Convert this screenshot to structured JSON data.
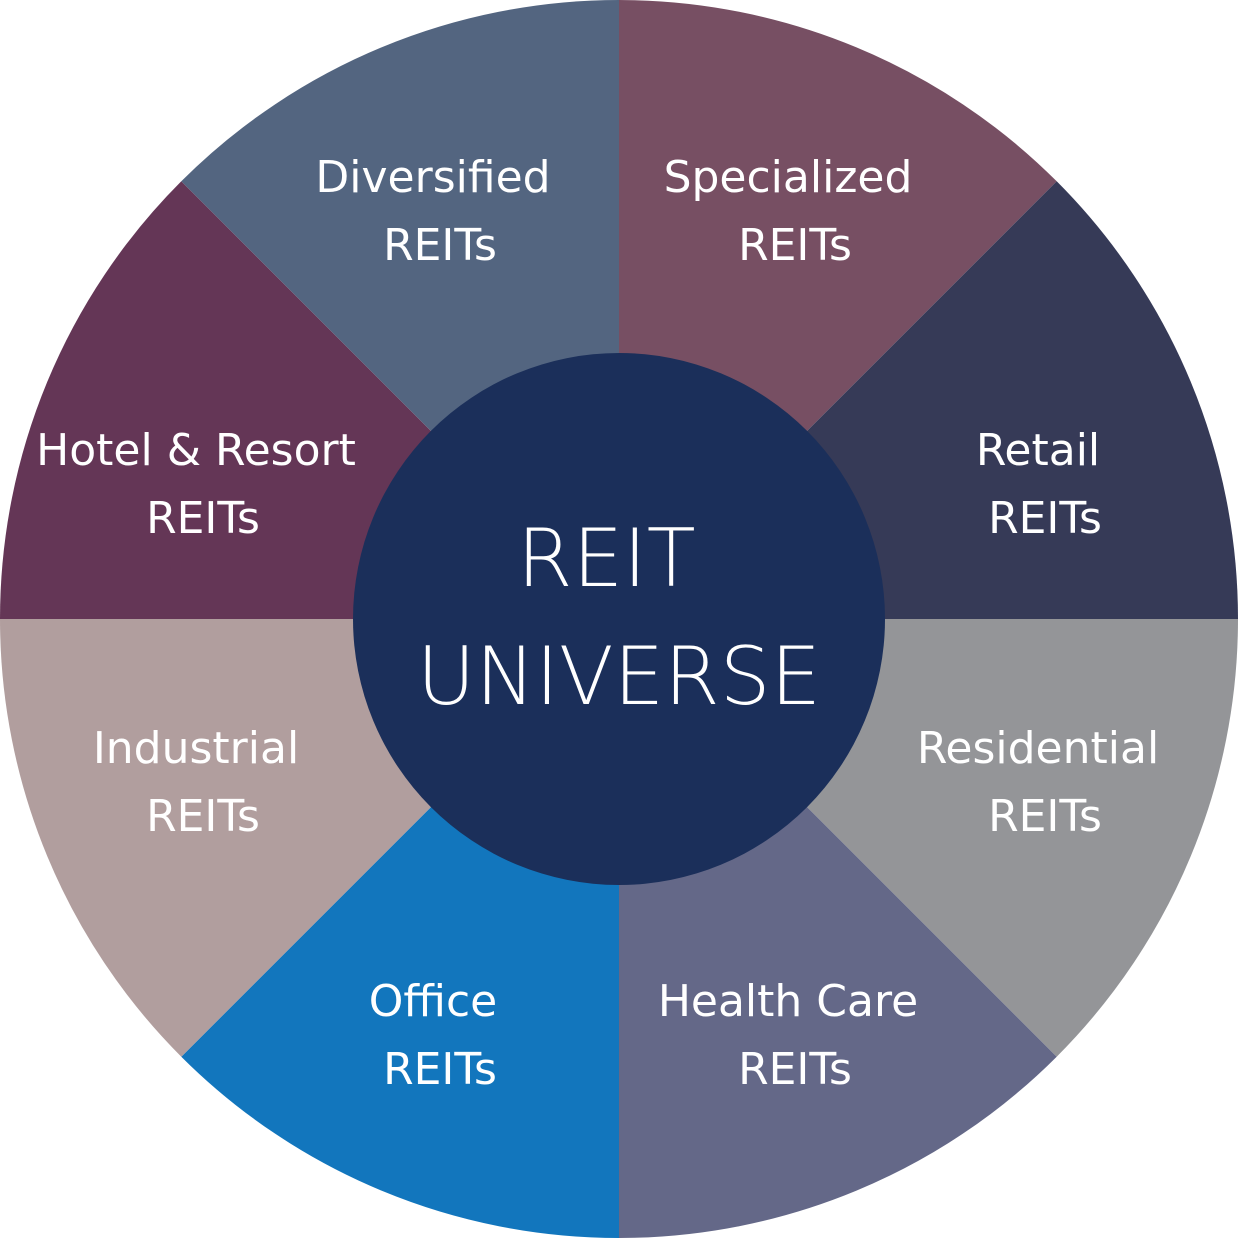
{
  "center": {
    "line1": "REIT",
    "line2": "UNIVERSE",
    "color": "#1b2f5a"
  },
  "segments": [
    {
      "id": "specialized",
      "line1": "Specialized",
      "line2": "REITs",
      "color": "#774f63"
    },
    {
      "id": "retail",
      "line1": "Retail",
      "line2": "REITs",
      "color": "#363a57"
    },
    {
      "id": "residential",
      "line1": "Residential",
      "line2": "REITs",
      "color": "#949598"
    },
    {
      "id": "health-care",
      "line1": "Health Care",
      "line2": "REITs",
      "color": "#646888"
    },
    {
      "id": "office",
      "line1": "Office",
      "line2": "REITs",
      "color": "#1276bd"
    },
    {
      "id": "industrial",
      "line1": "Industrial",
      "line2": "REITs",
      "color": "#b19e9e"
    },
    {
      "id": "hotel-resort",
      "line1": "Hotel & Resort",
      "line2": "REITs",
      "color": "#643656"
    },
    {
      "id": "diversified",
      "line1": "Diversified",
      "line2": "REITs",
      "color": "#536580"
    }
  ]
}
